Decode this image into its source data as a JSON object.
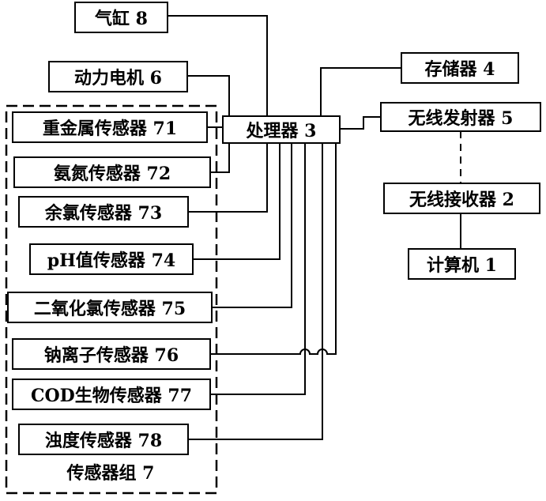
{
  "diagram": {
    "boxes": {
      "cylinder": "气缸 8",
      "motor": "动力电机 6",
      "storage": "存储器 4",
      "processor": "处理器 3",
      "transmitter": "无线发射器 5",
      "receiver": "无线接收器 2",
      "computer": "计算机 1"
    },
    "sensors": [
      "重金属传感器 71",
      "氨氮传感器 72",
      "余氯传感器 73",
      "pH值传感器 74",
      "二氧化氯传感器 75",
      "钠离子传感器 76",
      "COD生物传感器 77",
      "浊度传感器 78"
    ],
    "group_label": "传感器组 7"
  },
  "colors": {
    "line": "#000000",
    "background": "#ffffff"
  }
}
